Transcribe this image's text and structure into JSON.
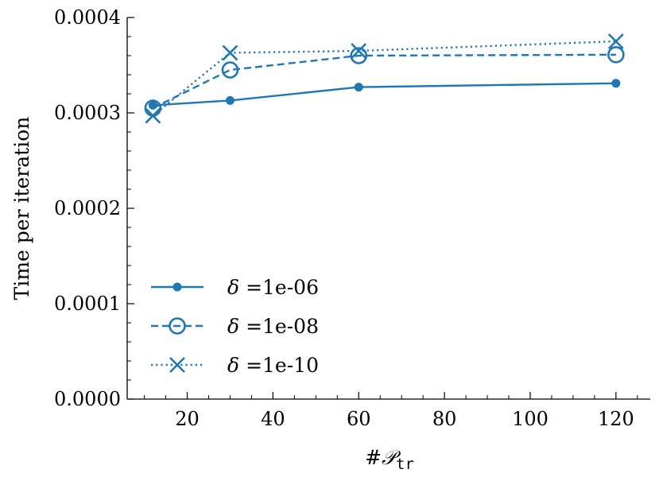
{
  "chart_data": {
    "type": "line",
    "xlabel_prefix": "#",
    "xlabel_symbol": "𝒫",
    "xlabel_subscript": "tr",
    "ylabel": "Time per iteration",
    "xlim": [
      6,
      128
    ],
    "ylim": [
      0.0,
      0.0004
    ],
    "xticks": [
      20,
      40,
      60,
      80,
      100,
      120
    ],
    "xtick_labels": [
      "20",
      "40",
      "60",
      "80",
      "100",
      "120"
    ],
    "yticks": [
      0.0,
      0.0001,
      0.0002,
      0.0003,
      0.0004
    ],
    "ytick_labels": [
      "0.0000",
      "0.0001",
      "0.0002",
      "0.0003",
      "0.0004"
    ],
    "grid": false,
    "legend_position": "lower-left",
    "color": "#1f77b4",
    "series": [
      {
        "name": "δ =1e-06",
        "legend_symbol": "δ",
        "legend_value": "=1e-06",
        "linestyle": "solid",
        "marker": "dot",
        "x": [
          12,
          30,
          60,
          120
        ],
        "y": [
          0.000308,
          0.000313,
          0.000327,
          0.000331
        ]
      },
      {
        "name": "δ =1e-08",
        "legend_symbol": "δ",
        "legend_value": "=1e-08",
        "linestyle": "dashed",
        "marker": "open-circle",
        "x": [
          12,
          30,
          60,
          120
        ],
        "y": [
          0.000305,
          0.000345,
          0.00036,
          0.000361
        ]
      },
      {
        "name": "δ =1e-10",
        "legend_symbol": "δ",
        "legend_value": "=1e-10",
        "linestyle": "dotted",
        "marker": "x",
        "x": [
          12,
          30,
          60,
          120
        ],
        "y": [
          0.000297,
          0.000363,
          0.000365,
          0.000375
        ]
      }
    ]
  }
}
